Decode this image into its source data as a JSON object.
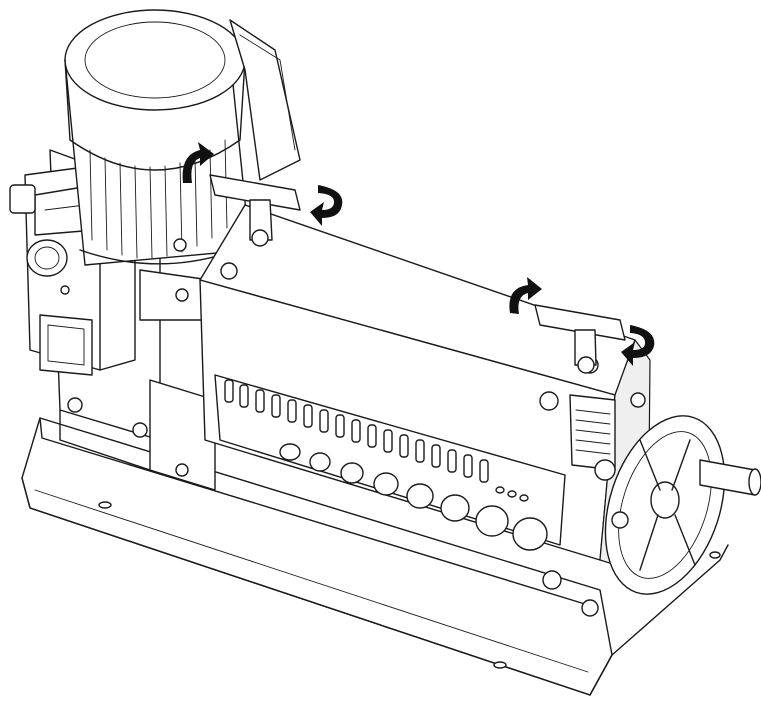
{
  "figure": {
    "subject": "cable-stripping-machine",
    "annotation_arrows": [
      {
        "name": "rotation-arrow-front-left-handle-top",
        "direction": "counterclockwise"
      },
      {
        "name": "rotation-arrow-front-left-handle-end",
        "direction": "clockwise"
      },
      {
        "name": "rotation-arrow-rear-right-handle-top",
        "direction": "counterclockwise"
      },
      {
        "name": "rotation-arrow-rear-right-handle-end",
        "direction": "clockwise"
      }
    ],
    "colors": {
      "line": "#1a1a1a",
      "background": "#ffffff",
      "arrow": "#111111"
    }
  }
}
